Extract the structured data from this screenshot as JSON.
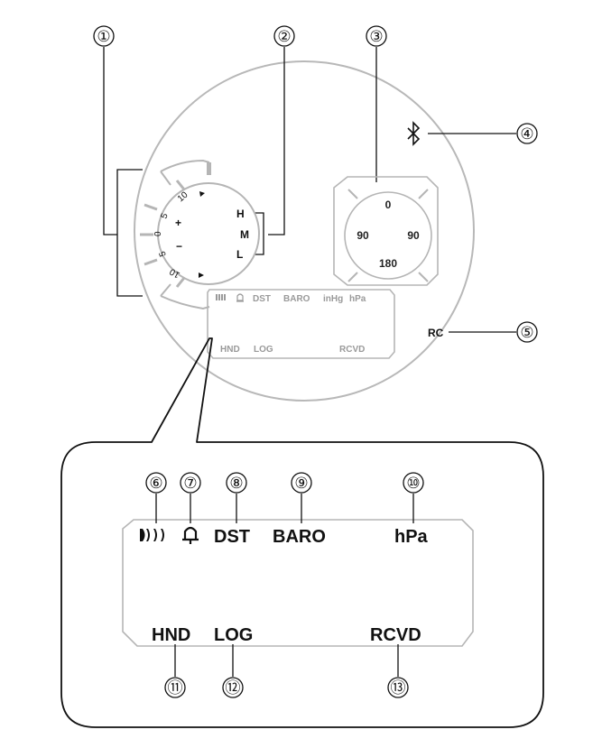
{
  "callouts": [
    "①",
    "②",
    "③",
    "④",
    "⑤",
    "⑥",
    "⑦",
    "⑧",
    "⑨",
    "⑩",
    "⑪",
    "⑫",
    "⑬"
  ],
  "bezel": {
    "scale": [
      "10",
      "5",
      "0",
      "5",
      "10"
    ],
    "plus": "+",
    "minus": "−"
  },
  "modes": [
    "H",
    "M",
    "L"
  ],
  "compass": {
    "north": "0",
    "west": "90",
    "east": "90",
    "south": "180"
  },
  "edge_labels": {
    "rc": "RC"
  },
  "lcd_small": {
    "top": [
      "DST",
      "BARO",
      "inHg",
      "hPa"
    ],
    "bottom": [
      "HND",
      "LOG",
      "RCVD"
    ]
  },
  "lcd_big": {
    "top": [
      "DST",
      "BARO",
      "hPa"
    ],
    "bottom": [
      "HND",
      "LOG",
      "RCVD"
    ]
  },
  "icons": [
    "signal-icon",
    "alarm-bell-icon",
    "bluetooth-icon"
  ],
  "colors": {
    "ink": "#111111",
    "outline": "#b5b5b5",
    "lcd_text": "#9a9a9a"
  }
}
